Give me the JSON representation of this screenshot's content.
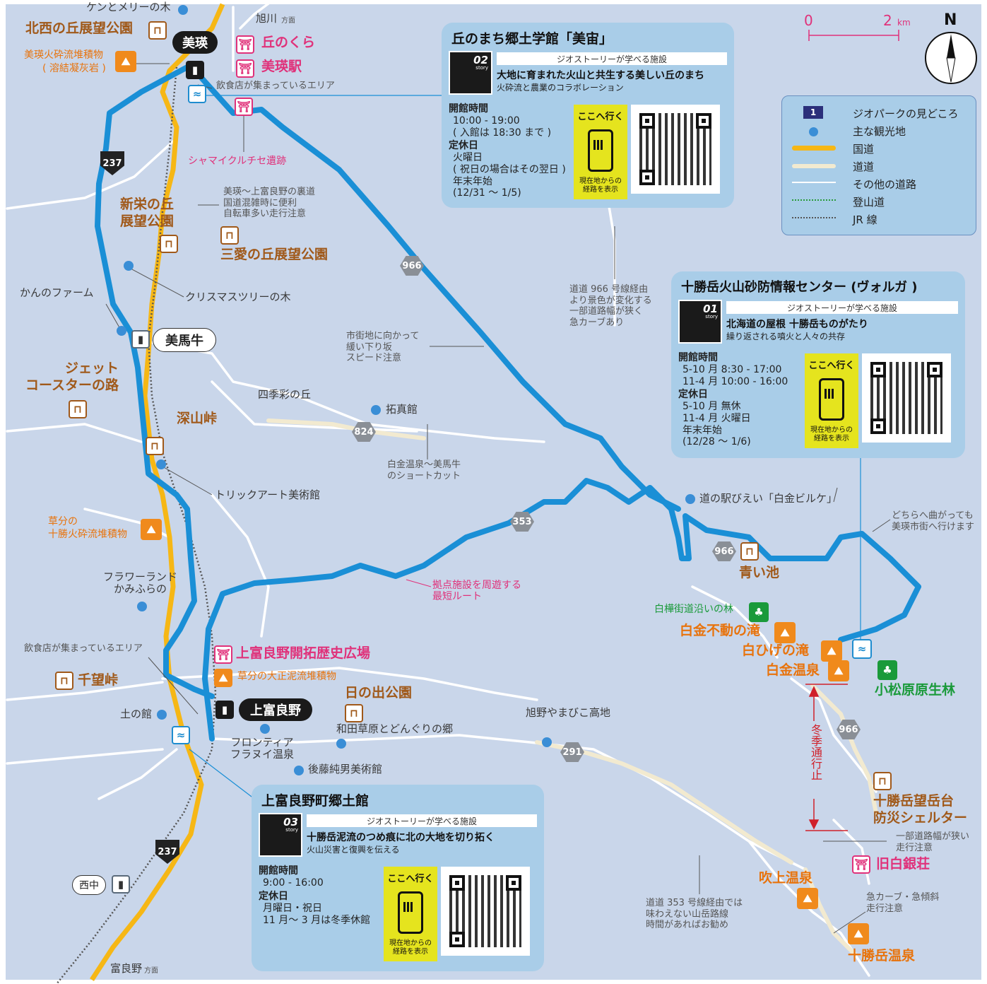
{
  "places": {
    "ken_mary": "ケンとメリーの木",
    "asahikawa": "旭川",
    "asahikawa_dir": "方面",
    "hokusei": "北西の丘展望公園",
    "biei_volcanic": "美瑛火砕流堆積物",
    "biei_volcanic2": "( 溶結凝灰岩 )",
    "biei": "美瑛",
    "oka_no_kura": "丘のくら",
    "biei_station": "美瑛駅",
    "eating_area1": "飲食店が集まっているエリア",
    "shamaikuru": "シャマイクルチセ遺跡",
    "shinei": "新栄の丘\n展望公園",
    "back_road": "美瑛～上富良野の裏道\n国道混雑時に便利\n自転車多い走行注意",
    "sanai": "三愛の丘展望公園",
    "kanno": "かんのファーム",
    "xmas_tree": "クリスマスツリーの木",
    "bibaushi": "美馬牛",
    "jet": "ジェット\nコースターの路",
    "shikisai": "四季彩の丘",
    "takushinkan": "拓真館",
    "fukayama": "深山峠",
    "shortcut_note": "白金温泉～美馬牛\nのショートカット",
    "downhill_note": "市街地に向かって\n緩い下り坂\nスピード注意",
    "trickart": "トリックアート美術館",
    "kusawake": "草分の\n十勝火砕流堆積物",
    "flowerland": "フラワーランド\nかみふらの",
    "route_note": "拠点施設を周遊する\n最短ルート",
    "road966_note": "道道 966 号線経由\nより景色が変化する\n一部道路幅が狭く\n急カーブあり",
    "michinoeki": "道の駅びえい「白金ビルケ」",
    "either_way": "どちらへ曲がっても\n美瑛市街へ行けます",
    "aoiike": "青い池",
    "shirakaba": "白樺街道沿いの林",
    "fudo": "白金不動の滝",
    "shirahige": "白ひげの滝",
    "shirogane_onsen": "白金温泉",
    "komatsubara": "小松原原生林",
    "eating_area2": "飲食店が集まっているエリア",
    "kaitaku": "上富良野開拓歴史広場",
    "taisho": "草分の大正泥流堆積物",
    "senbo": "千望峠",
    "hinode": "日の出公園",
    "tsuchinokan": "土の館",
    "kamifurano": "上富良野",
    "frontier": "フロンティア\nフラヌイ温泉",
    "wada": "和田草原とどんぐりの郷",
    "asahino": "旭野やまびこ高地",
    "goto": "後藤純男美術館",
    "winter_closed": "冬季通行止",
    "boudai": "十勝岳望岳台\n防災シェルター",
    "narrow": "一部道路幅が狭い\n走行注意",
    "kyuhakugin": "旧白銀荘",
    "fukiage": "吹上温泉",
    "curve": "急カーブ・急傾斜\n走行注意",
    "road353_note": "道道 353 号線経由では\n味わえない山岳路線\n時間があればお勧め",
    "tokachi_onsen": "十勝岳温泉",
    "nishinaka": "西中",
    "furano": "富良野",
    "furano_dir": "方面"
  },
  "roads": {
    "r237a": "237",
    "r237b": "237",
    "r966a": "966",
    "r966b": "966",
    "r966c": "966",
    "r824": "824",
    "r353": "353",
    "r291": "291"
  },
  "scale": {
    "zero": "0",
    "two": "2",
    "unit": "km"
  },
  "compass": {
    "north": "N"
  },
  "legend": {
    "badge": "1",
    "items": [
      "ジオパークの見どころ",
      "主な観光地",
      "国道",
      "道道",
      "その他の道路",
      "登山道",
      "JR 線"
    ]
  },
  "cards": {
    "bichu": {
      "title": "丘のまち郷土学館「美宙」",
      "story_num": "02",
      "story_word": "story",
      "tag": "ジオストーリーが学べる施設",
      "sub1": "大地に育まれた火山と共生する美しい丘のまち",
      "sub2": "火砕流と農業のコラボレーション",
      "hours_label": "開館時間",
      "hours": "10:00 - 19:00\n( 入館は 18:30 まで )",
      "closed_label": "定休日",
      "closed": "火曜日\n( 祝日の場合はその翌日 )\n年末年始\n(12/31 ～ 1/5)",
      "go": "ここへ行く",
      "go_sub": "現在地からの\n経路を表示"
    },
    "volga": {
      "title": "十勝岳火山砂防情報センター (ヴォルガ )",
      "story_num": "01",
      "story_word": "story",
      "tag": "ジオストーリーが学べる施設",
      "sub1": "北海道の屋根 十勝岳ものがたり",
      "sub2": "繰り返される噴火と人々の共存",
      "hours_label": "開館時間",
      "hours": "5-10 月 8:30 - 17:00\n11-4 月 10:00 - 16:00",
      "closed_label": "定休日",
      "closed": "5-10 月 無休\n11-4 月 火曜日\n年末年始\n(12/28 ～ 1/6)",
      "go": "ここへ行く",
      "go_sub": "現在地からの\n経路を表示"
    },
    "kyodo": {
      "title": "上富良野町郷土館",
      "story_num": "03",
      "story_word": "story",
      "tag": "ジオストーリーが学べる施設",
      "sub1": "十勝岳泥流のつめ痕に北の大地を切り拓く",
      "sub2": "火山災害と復興を伝える",
      "hours_label": "開館時間",
      "hours": "9:00 - 16:00",
      "closed_label": "定休日",
      "closed": "月曜日・祝日\n11 月～ 3 月は冬季休館",
      "go": "ここへ行く",
      "go_sub": "現在地からの\n経路を表示"
    }
  }
}
